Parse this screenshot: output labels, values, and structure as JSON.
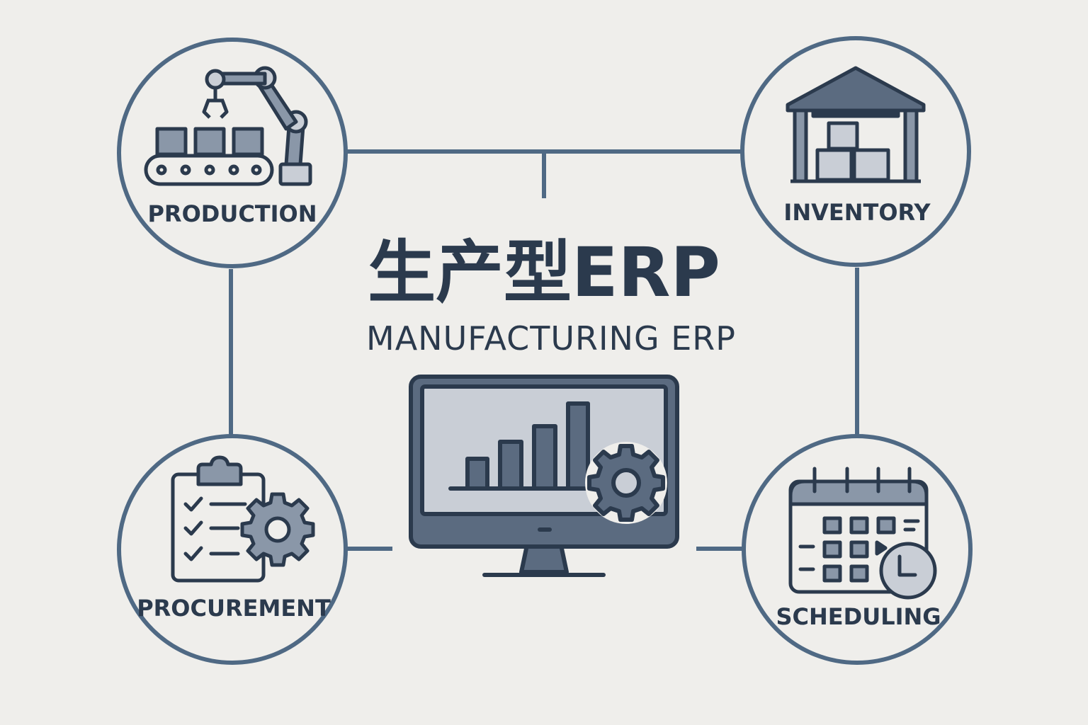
{
  "title": {
    "main": "生产型ERP",
    "subtitle": "MANUFACTURING ERP"
  },
  "nodes": {
    "production": {
      "label": "PRODUCTION",
      "icon": "production-line-icon"
    },
    "inventory": {
      "label": "INVENTORY",
      "icon": "warehouse-icon"
    },
    "procurement": {
      "label": "PROCUREMENT",
      "icon": "clipboard-checklist-gear-icon"
    },
    "scheduling": {
      "label": "SCHEDULING",
      "icon": "calendar-clock-icon"
    }
  },
  "center": {
    "icon": "monitor-chart-gear-icon"
  },
  "colors": {
    "background": "#efeeeb",
    "stroke": "#2b3a4d",
    "connector": "#4f6984",
    "fill_light": "#c9ced6",
    "fill_mid": "#8a97a8",
    "fill_dark": "#5b6b80"
  }
}
